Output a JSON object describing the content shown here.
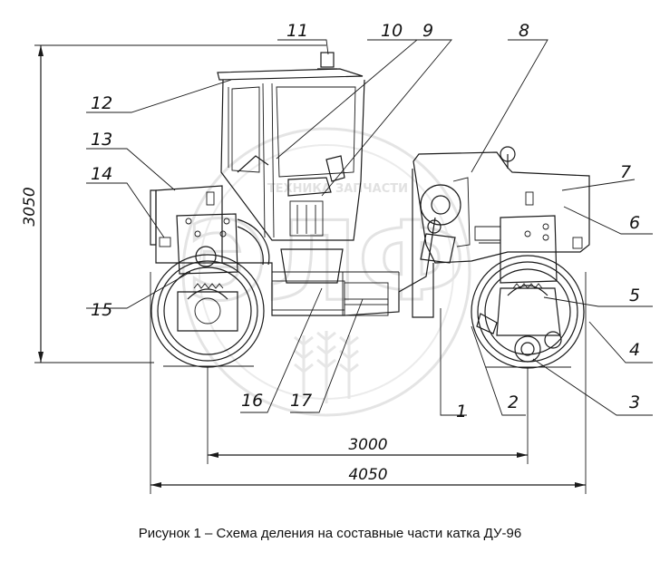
{
  "figure": {
    "caption": "Рисунок 1 – Схема деления на составные части катка ДУ-96",
    "dimensions": {
      "height": "3050",
      "wheelbase": "3000",
      "length": "4050"
    },
    "callouts": [
      "1",
      "2",
      "3",
      "4",
      "5",
      "6",
      "7",
      "8",
      "9",
      "10",
      "11",
      "12",
      "13",
      "14",
      "15",
      "16",
      "17"
    ],
    "watermark": {
      "line1": "ТЕХНИКА",
      "line2": "ЗАПЧАСТИ",
      "mark": "ЭЛФ",
      "color": "#d9d9d9"
    }
  }
}
